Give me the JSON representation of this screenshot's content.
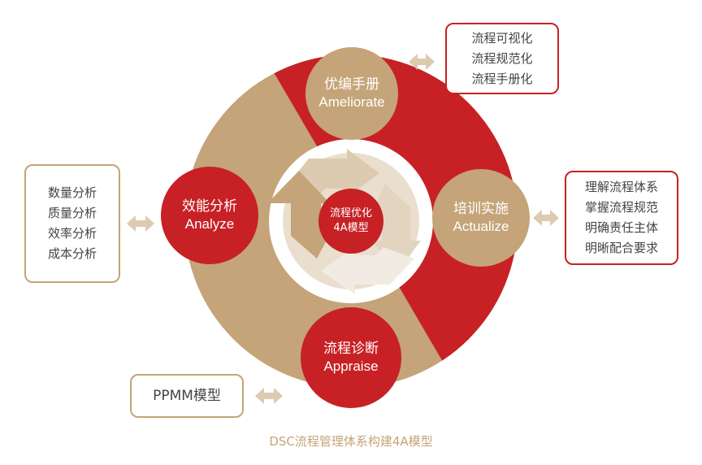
{
  "title": "DSC流程管理体系构建4A模型",
  "center": {
    "line1": "流程优化",
    "line2": "4A模型"
  },
  "nodes": {
    "ameliorate": {
      "cn": "优编手册",
      "en": "Ameliorate"
    },
    "analyze": {
      "cn": "效能分析",
      "en": "Analyze"
    },
    "actualize": {
      "cn": "培训实施",
      "en": "Actualize"
    },
    "appraise": {
      "cn": "流程诊断",
      "en": "Appraise"
    }
  },
  "boxes": {
    "ameliorate": [
      "流程可视化",
      "流程规范化",
      "流程手册化"
    ],
    "analyze": [
      "数量分析",
      "质量分析",
      "效率分析",
      "成本分析"
    ],
    "actualize": [
      "理解流程体系",
      "掌握流程规范",
      "明确责任主体",
      "明晰配合要求"
    ],
    "appraise": [
      "PPMM模型"
    ]
  },
  "colors": {
    "red": "#c72125",
    "tan": "#c4a478",
    "light": "#dccbb0"
  }
}
